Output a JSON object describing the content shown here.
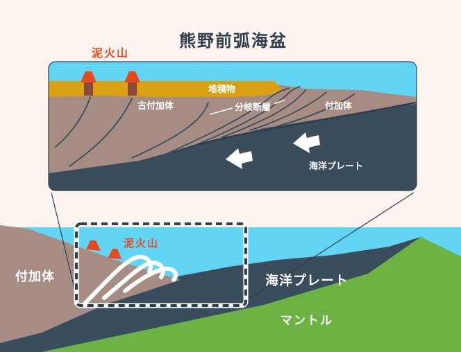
{
  "diagram": {
    "title": "熊野前弧海盆",
    "inset": {
      "mud_volcano": "泥火山",
      "sediment": "堆積物",
      "old_accretionary_prism": "古付加体",
      "splay_fault": "分岐断層",
      "accretionary_prism": "付加体",
      "oceanic_plate": "海洋プレート"
    },
    "overview": {
      "mud_volcano": "泥火山",
      "accretionary_prism": "付加体",
      "oceanic_plate": "海洋プレート",
      "mantle": "マントル"
    }
  },
  "colors": {
    "background": "#fdf3ef",
    "sea": "#62d5f4",
    "prism": "#a68c82",
    "sediment": "#d9a012",
    "plate": "#3a4d5c",
    "mantle": "#6db343",
    "volcano": "#e8491c",
    "title": "#2e3e4f"
  }
}
